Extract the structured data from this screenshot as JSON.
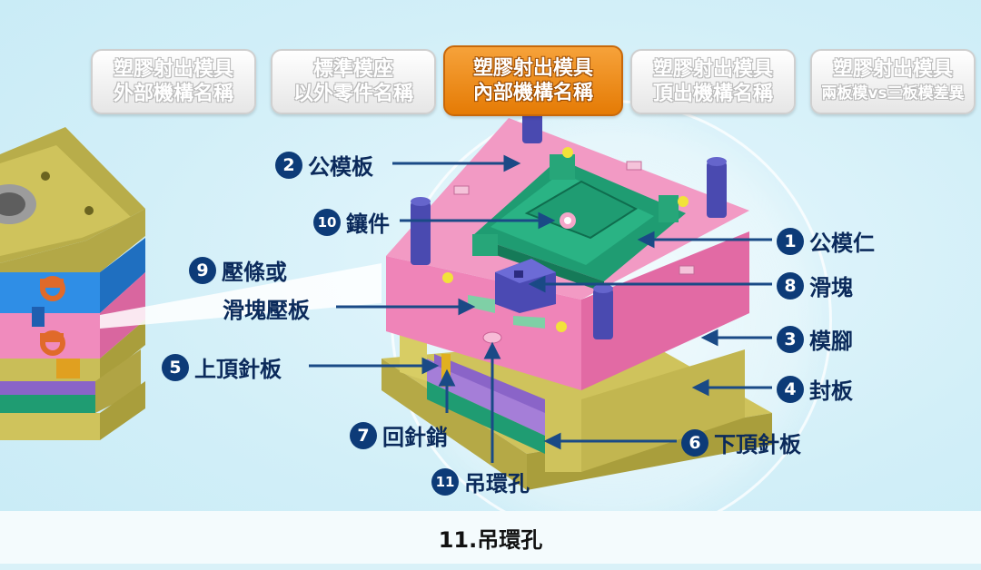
{
  "tabs": [
    {
      "line1": "塑膠射出模具",
      "line2": "外部機構名稱",
      "active": false
    },
    {
      "line1": "標準模座",
      "line2": "以外零件名稱",
      "active": false
    },
    {
      "line1": "塑膠射出模具",
      "line2": "內部機構名稱",
      "active": true
    },
    {
      "line1": "塑膠射出模具",
      "line2": "頂出機構名稱",
      "active": false
    },
    {
      "line1": "塑膠射出模具",
      "line2": "兩板模vs三板模差異",
      "active": false
    }
  ],
  "parts": [
    {
      "num": "1",
      "name": "公模仁"
    },
    {
      "num": "2",
      "name": "公模板"
    },
    {
      "num": "3",
      "name": "模腳"
    },
    {
      "num": "4",
      "name": "封板"
    },
    {
      "num": "5",
      "name": "上頂針板"
    },
    {
      "num": "6",
      "name": "下頂針板"
    },
    {
      "num": "7",
      "name": "回針銷"
    },
    {
      "num": "8",
      "name": "滑塊"
    },
    {
      "num": "9",
      "name_line1": "壓條或",
      "name_line2": "滑塊壓板"
    },
    {
      "num": "10",
      "name": "鑲件"
    },
    {
      "num": "11",
      "name": "吊環孔"
    }
  ],
  "caption": "11.吊環孔",
  "colors": {
    "accent_tab": "#e57b05",
    "label_text": "#0b2a5b",
    "number_badge": "#0d3b78",
    "mold_pink": "#ef84b8",
    "mold_green": "#1f9c72",
    "mold_olive": "#c9be58"
  }
}
